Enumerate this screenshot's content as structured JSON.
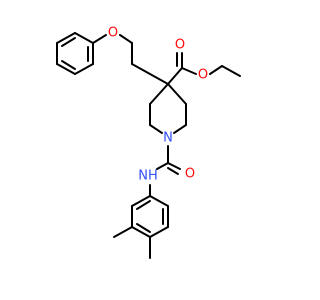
{
  "molecule": {
    "atom_labels": {
      "o_ether": "O",
      "o_carbonyl_ester": "O",
      "o_ester": "O",
      "n_ring": "N",
      "o_amide": "O",
      "n_amide": "NH"
    },
    "colors": {
      "bond": "#000000",
      "oxygen": "#ff0d0d",
      "nitrogen": "#3050f8",
      "background": "#ffffff"
    }
  }
}
